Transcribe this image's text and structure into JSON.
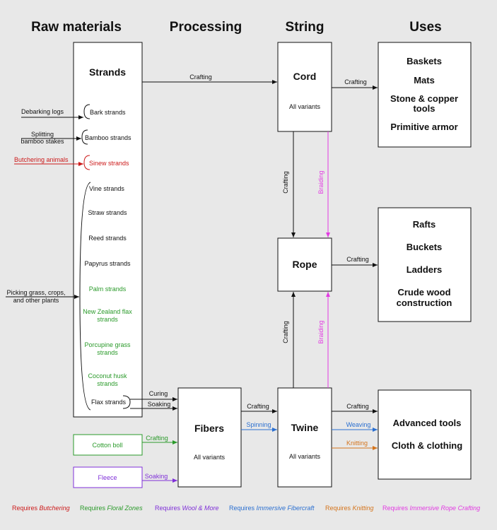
{
  "columns": [
    "Raw materials",
    "Processing",
    "String",
    "Uses"
  ],
  "colors": {
    "black": "#111111",
    "butchering": "#cc1a1a",
    "floral": "#2a9a2a",
    "wool": "#7f2fd8",
    "fibercraft": "#2a6fd0",
    "knitting": "#d4741c",
    "rope": "#e23ae2"
  },
  "strands_box": {
    "title": "Strands",
    "items": {
      "bark": "Bark strands",
      "bamboo": "Bamboo strands",
      "sinew": "Sinew strands",
      "vine": "Vine strands",
      "straw": "Straw strands",
      "reed": "Reed strands",
      "papyrus": "Papyrus strands",
      "palm": "Palm strands",
      "nz_flax_1": "New Zealand flax",
      "nz_flax_2": "strands",
      "porcupine_1": "Porcupine grass",
      "porcupine_2": "strands",
      "coconut_1": "Coconut husk",
      "coconut_2": "strands",
      "flax": "Flax strands"
    }
  },
  "inputs": {
    "debarking": "Debarking logs",
    "splitting_1": "Splitting",
    "splitting_2": "bamboo stakes",
    "butchering": "Butchering animals",
    "picking_1": "Picking grass, crops,",
    "picking_2": "and other plants"
  },
  "boxes": {
    "cord": {
      "title": "Cord",
      "sub": "All variants"
    },
    "rope": {
      "title": "Rope"
    },
    "twine": {
      "title": "Twine",
      "sub": "All variants"
    },
    "fibers": {
      "title": "Fibers",
      "sub": "All variants"
    },
    "cotton": {
      "title": "Cotton boll"
    },
    "fleece": {
      "title": "Fleece"
    }
  },
  "uses": {
    "cord": [
      "Baskets",
      "Mats",
      "Stone & copper",
      "tools",
      "Primitive armor"
    ],
    "rope": [
      "Rafts",
      "Buckets",
      "Ladders",
      "Crude wood",
      "construction"
    ],
    "twine": [
      "Advanced tools",
      "Cloth & clothing"
    ]
  },
  "edge_labels": {
    "crafting": "Crafting",
    "braiding": "Braiding",
    "curing": "Curing",
    "soaking": "Soaking",
    "spinning": "Spinning",
    "weaving": "Weaving",
    "knitting": "Knitting"
  },
  "legend": {
    "prefix": "Requires",
    "butchering": "Butchering",
    "floral": "Floral Zones",
    "wool": "Wool & More",
    "fibercraft": "Immersive Fibercraft",
    "knitting": "Knitting",
    "rope": "Immersive Rope Crafting"
  }
}
